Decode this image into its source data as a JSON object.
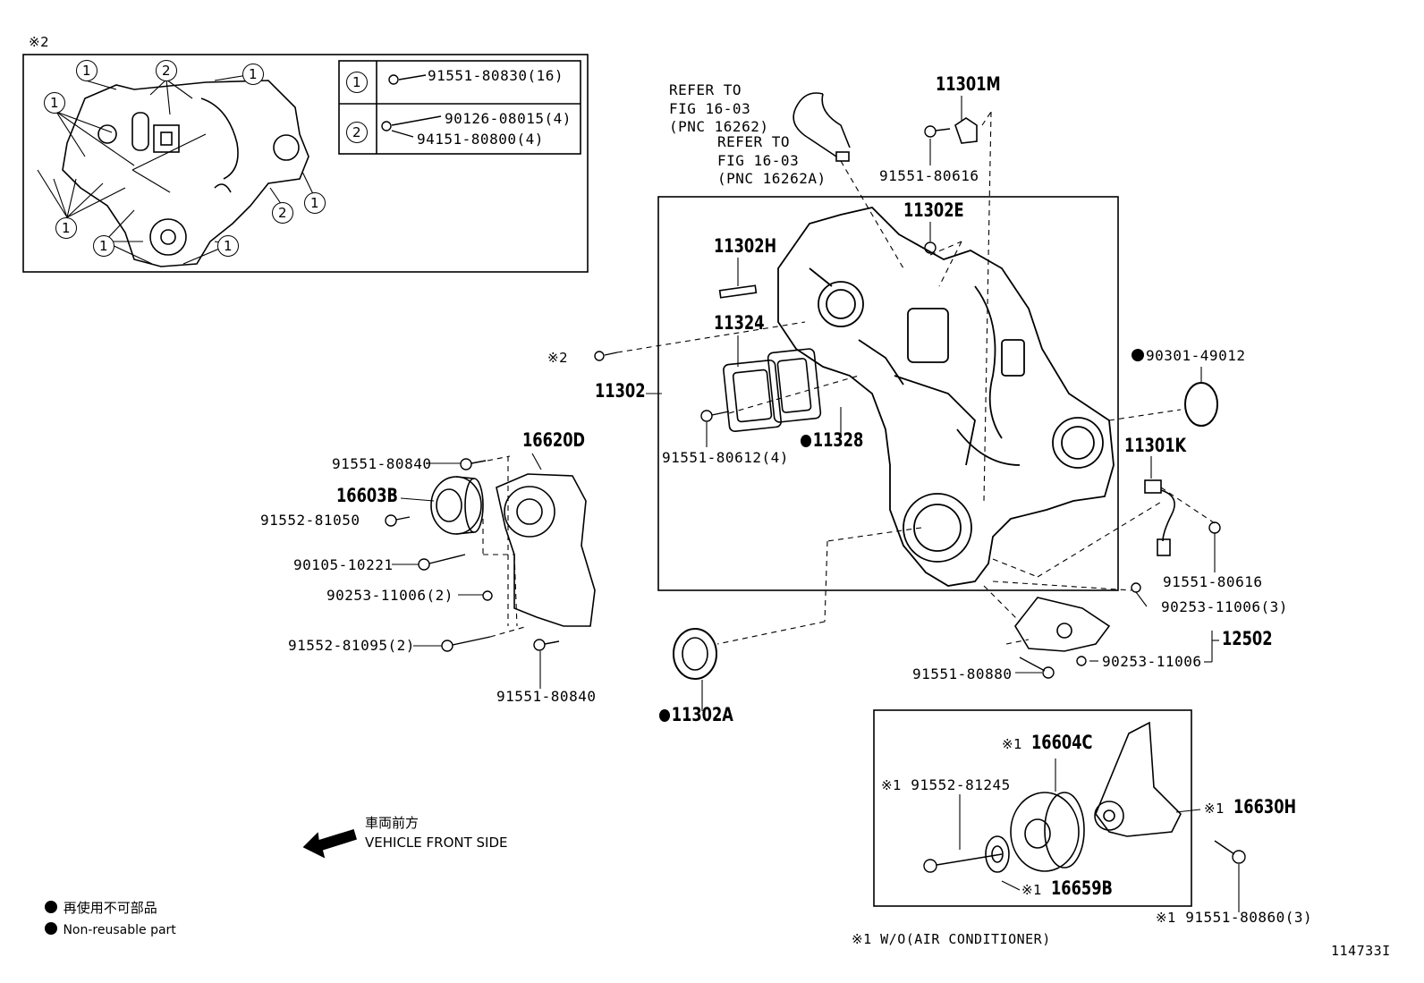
{
  "inset": {
    "mark": "※2",
    "callouts": [
      "1",
      "2"
    ],
    "table": [
      {
        "num": "1",
        "parts": [
          "91551-80830(16)"
        ]
      },
      {
        "num": "2",
        "parts": [
          "90126-08015(4)",
          "94151-80800(4)"
        ]
      }
    ]
  },
  "refers": {
    "a": [
      "REFER TO",
      "FIG 16-03",
      "(PNC 16262)"
    ],
    "b": [
      "REFER TO",
      "FIG 16-03",
      "(PNC 16262A)"
    ]
  },
  "parts": {
    "p11301M": "11301M",
    "p91551_80616a": "91551-80616",
    "p11302E": "11302E",
    "p11302H": "11302H",
    "p11324": "11324",
    "p11302": "11302",
    "mark2": "※2",
    "p91551_80612": "91551-80612(4)",
    "p11328": "11328",
    "p90301": "90301-49012",
    "p11301K": "11301K",
    "p91551_80616b": "91551-80616",
    "p90253_3": "90253-11006(3)",
    "p12502": "12502",
    "p90253_11006": "90253-11006",
    "p91551_80880": "91551-80880",
    "p11302A": "11302A",
    "p16620D": "16620D",
    "p91551_80840a": "91551-80840",
    "p16603B": "16603B",
    "p91552_81050": "91552-81050",
    "p90105": "90105-10221",
    "p90253_2": "90253-11006(2)",
    "p91552_81095": "91552-81095(2)",
    "p91551_80840b": "91551-80840",
    "p16604C": "16604C",
    "p91552_81245": "91552-81245",
    "p16630H": "16630H",
    "p16659B": "16659B",
    "p91551_80860": "91551-80860(3)"
  },
  "mark1": "※1",
  "front": {
    "jp": "車両前方",
    "en": "VEHICLE FRONT SIDE"
  },
  "legend": {
    "jp": "再使用不可部品",
    "en": "Non-reusable part"
  },
  "footnote": "※1 W/O(AIR CONDITIONER)",
  "figure_id": "114733I"
}
